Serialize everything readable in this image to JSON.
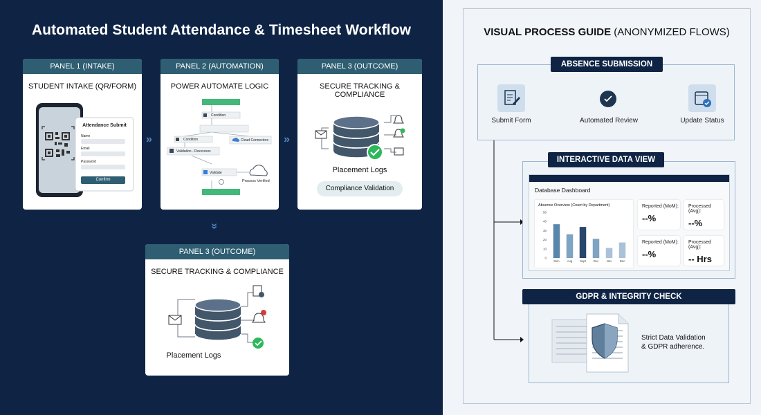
{
  "left": {
    "title": "Automated Student Attendance & Timesheet Workflow",
    "panel1": {
      "header": "PANEL 1 (INTAKE)",
      "subtitle": "STUDENT INTAKE (QR/FORM)",
      "form": {
        "title": "Attendance Submit",
        "name_label": "Name",
        "email_label": "Email",
        "password_label": "Password",
        "confirm_label": "Confirm"
      }
    },
    "panel2": {
      "header": "PANEL 2 (AUTOMATION)",
      "subtitle": "POWER AUTOMATE LOGIC",
      "nodes": {
        "condition1": "Condition",
        "condition2": "Condition",
        "validation": "Validation - Rxxxxxxxx",
        "cloud": "Cloud Connectors",
        "validate": "Validate",
        "verified": "Process Verified"
      }
    },
    "panel3": {
      "header": "PANEL 3 (OUTCOME)",
      "subtitle": "SECURE TRACKING & COMPLIANCE",
      "logs": "Placement Logs",
      "compliance": "Compliance Validation"
    },
    "panel4": {
      "header": "PANEL 3 (OUTCOME)",
      "subtitle": "SECURE TRACKING & COMPLIANCE",
      "logs": "Placement Logs"
    }
  },
  "right": {
    "title_bold": "VISUAL PROCESS GUIDE",
    "title_light": " (ANONYMIZED FLOWS)",
    "absence": {
      "tag": "ABSENCE SUBMISSION",
      "step1": "Submit Form",
      "step2": "Automated Review",
      "step3": "Update Status"
    },
    "data_view": {
      "tag": "INTERACTIVE DATA VIEW",
      "dashboard_title": "Database Dashboard",
      "chart_title": "Absence Overview (Count by Department)",
      "stats": [
        {
          "label": "Reported (MoM):",
          "value": "--%"
        },
        {
          "label": "Processed (Avg):",
          "value": "--%"
        },
        {
          "label": "Reported (MoM):",
          "value": "--%"
        },
        {
          "label": "Processed (Avg):",
          "value": "-- Hrs"
        }
      ]
    },
    "gdpr": {
      "tag": "GDPR & INTEGRITY CHECK",
      "text_line1": "Strict Data Validation",
      "text_line2": "& GDPR adherence."
    }
  },
  "chart_data": {
    "type": "bar",
    "title": "Absence Overview (Count by Department)",
    "categories": [
      "Mon",
      "Aug",
      "Sept",
      "Dec",
      "Nov",
      "Dec"
    ],
    "values": [
      37,
      26,
      34,
      21,
      11,
      17
    ],
    "ylim": [
      0,
      50
    ],
    "yticks": [
      0,
      10,
      20,
      30,
      40,
      50
    ],
    "colors": [
      "#5b86ab",
      "#7fa3c2",
      "#27466b",
      "#7fa3c2",
      "#a9c2d8",
      "#a9c2d8"
    ]
  },
  "colors": {
    "navy": "#0f2445",
    "teal_header": "#2f5e73",
    "accent_blue": "#4f86c0",
    "check_green": "#2eb85c"
  }
}
